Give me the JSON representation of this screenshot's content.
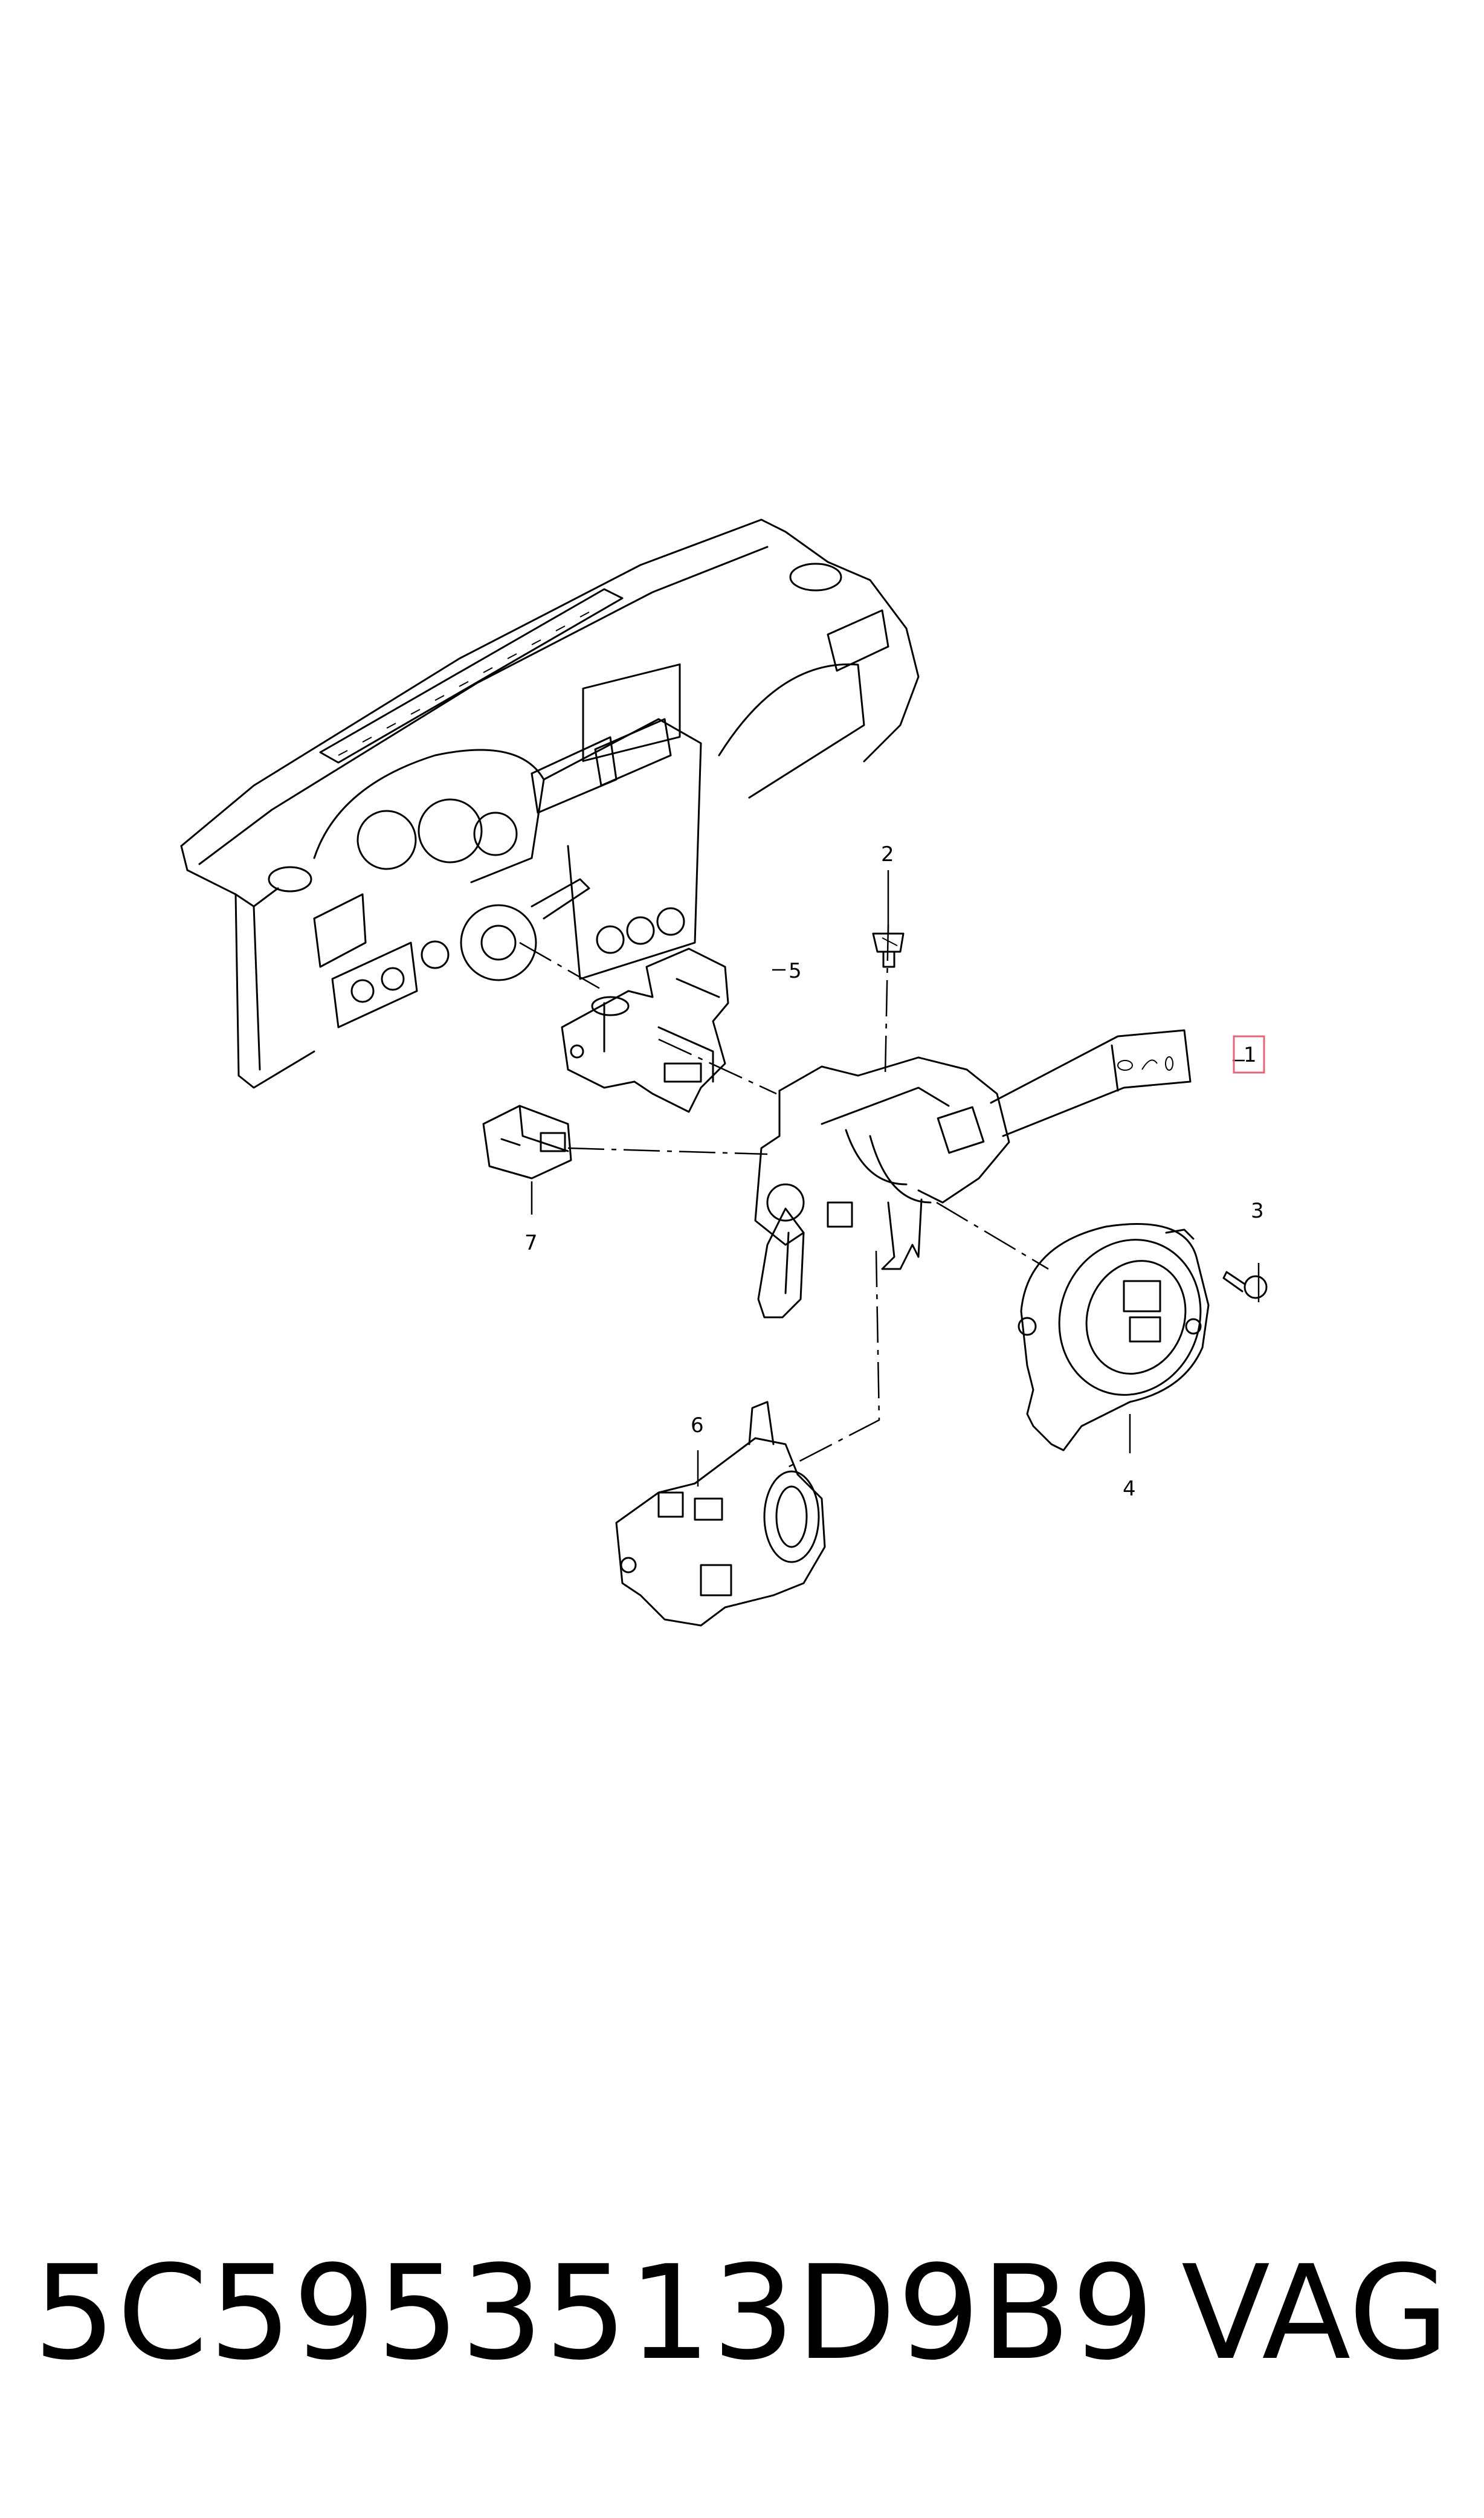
{
  "callouts": {
    "c1": "1",
    "c2": "2",
    "c3": "3",
    "c4": "4",
    "c5": "5",
    "c6": "6",
    "c7": "7"
  },
  "part_number": "5C5953513D9B9",
  "brand": "VAG",
  "colors": {
    "highlight_box": "#e0667a",
    "line": "#000000"
  }
}
